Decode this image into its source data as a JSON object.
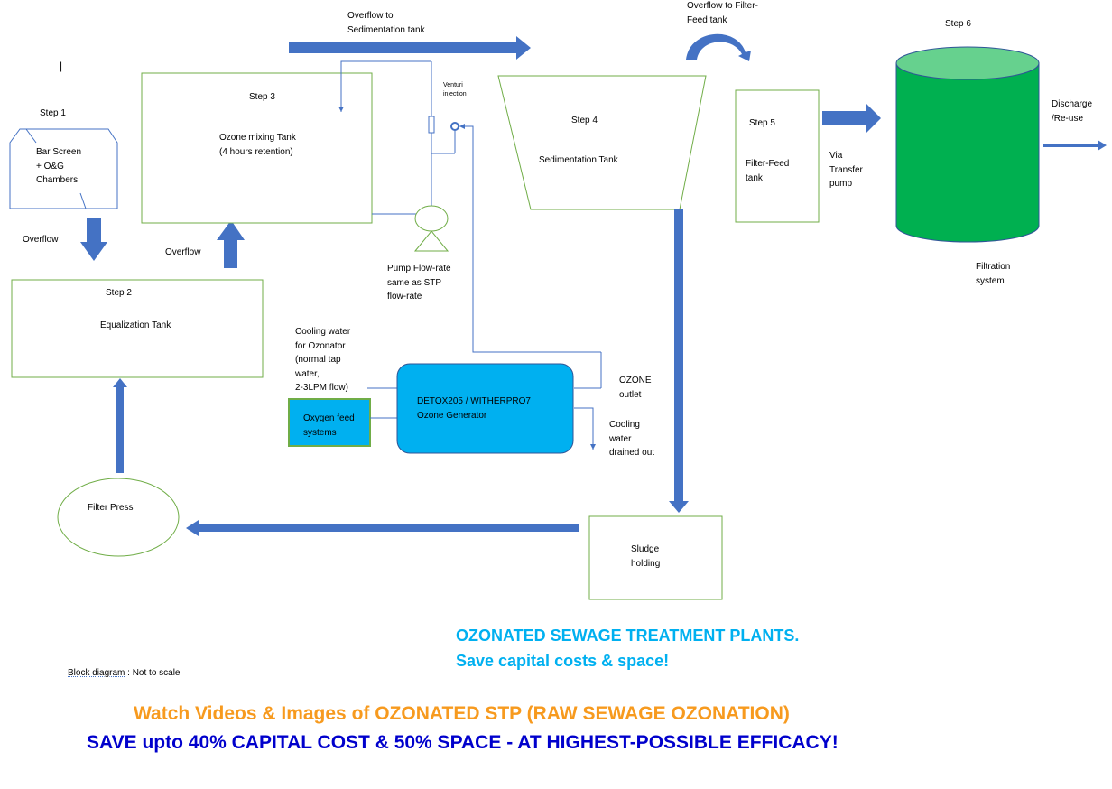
{
  "colors": {
    "arrow": "#4472c4",
    "box_border": "#70ad47",
    "cyan_box": "#00b0f0",
    "tank_green": "#00b050",
    "tank_top": "#66d18e",
    "title_cyan": "#00b0f0",
    "title_orange": "#f79a1e",
    "title_blue": "#0000cc"
  },
  "steps": {
    "s1": {
      "step": "Step 1",
      "text": "Bar Screen\n+ O&G\nChambers"
    },
    "s2": {
      "step": "Step 2",
      "text": "Equalization Tank"
    },
    "s3": {
      "step": "Step 3",
      "text": "Ozone mixing Tank\n(4 hours retention)"
    },
    "s4": {
      "step": "Step 4",
      "text": "Sedimentation Tank"
    },
    "s5": {
      "step": "Step 5",
      "text": "Filter-Feed\ntank"
    },
    "s6": {
      "step": "Step 6",
      "text": "Filtration\nsystem"
    }
  },
  "labels": {
    "overflow_left": "Overflow",
    "overflow_mid": "Overflow",
    "overflow_sed": "Overflow to\nSedimentation tank",
    "overflow_filter": "Overflow to Filter-\nFeed tank",
    "venturi": "Venturi\ninjection",
    "pump": "Pump Flow-rate\nsame as STP\nflow-rate",
    "cooling_in": "Cooling water\nfor Ozonator\n(normal tap\nwater,\n2-3LPM flow)",
    "oxygen": "Oxygen feed\nsystems",
    "generator": "DETOX205 / WITHERPRO7\nOzone Generator",
    "ozone_outlet": "OZONE\noutlet",
    "cooling_out": "Cooling\nwater\ndrained out",
    "via_pump": "Via\nTransfer\npump",
    "discharge": "Discharge\n/Re-use",
    "filter_press": "Filter Press",
    "sludge": "Sludge\nholding",
    "cursor": "|",
    "block_diagram": "Block diagram",
    "not_to_scale": " : Not to scale"
  },
  "headlines": {
    "cyan_1": "OZONATED SEWAGE TREATMENT PLANTS.",
    "cyan_2": "Save capital costs & space!",
    "orange": "Watch Videos & Images of OZONATED STP (RAW SEWAGE OZONATION)",
    "blue": "SAVE upto 40% CAPITAL COST & 50% SPACE - AT HIGHEST-POSSIBLE EFFICACY!"
  }
}
